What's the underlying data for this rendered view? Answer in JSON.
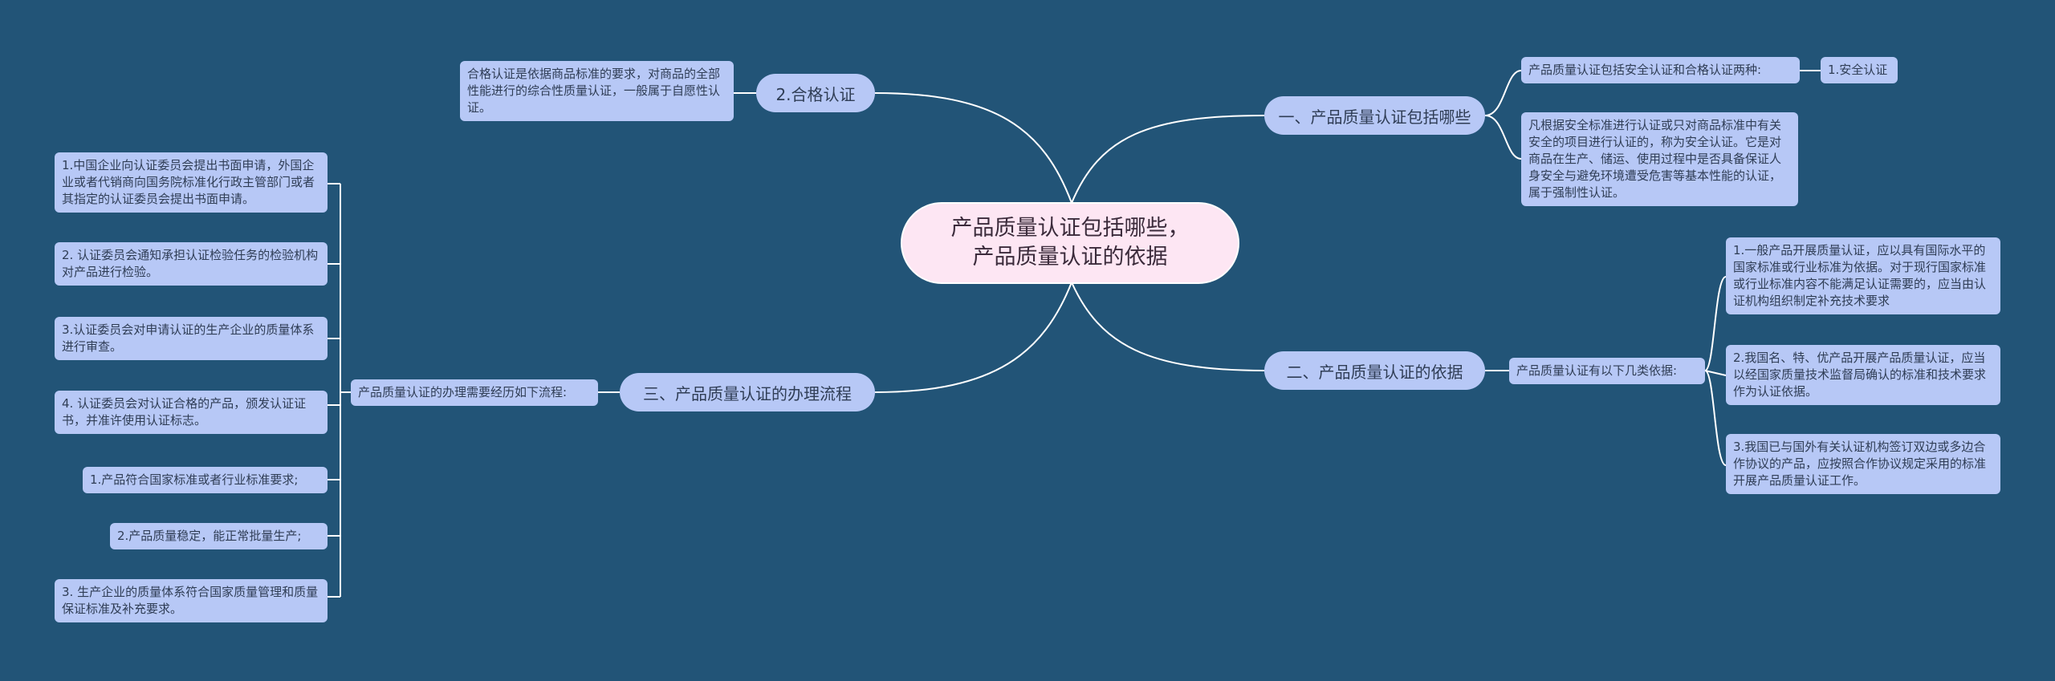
{
  "root": {
    "line1": "产品质量认证包括哪些，",
    "line2": "产品质量认证的依据"
  },
  "branches": {
    "b1": {
      "title": "一、产品质量认证包括哪些",
      "types_intro": "产品质量认证包括安全认证和合格认证两种:",
      "safety": "1.安全认证",
      "safety_desc": "凡根据安全标准进行认证或只对商品标准中有关安全的项目进行认证的，称为安全认证。它是对商品在生产、储运、使用过程中是否具备保证人身安全与避免环境遭受危害等基本性能的认证，属于强制性认证。"
    },
    "b2": {
      "title": "2.合格认证",
      "desc": "合格认证是依据商品标准的要求，对商品的全部性能进行的综合性质量认证，一般属于自愿性认证。"
    },
    "b3": {
      "title": "二、产品质量认证的依据",
      "intro": "产品质量认证有以下几类依据:",
      "items": [
        "1.一般产品开展质量认证，应以具有国际水平的国家标准或行业标准为依据。对于现行国家标准或行业标准内容不能满足认证需要的，应当由认证机构组织制定补充技术要求",
        "2.我国名、特、优产品开展产品质量认证，应当以经国家质量技术监督局确认的标准和技术要求作为认证依据。",
        "3.我国已与国外有关认证机构签订双边或多边合作协议的产品，应按照合作协议规定采用的标准开展产品质量认证工作。"
      ]
    },
    "b4": {
      "title": "三、产品质量认证的办理流程",
      "intro": "产品质量认证的办理需要经历如下流程:",
      "items": [
        "1.中国企业向认证委员会提出书面申请，外国企业或者代销商向国务院标准化行政主管部门或者其指定的认证委员会提出书面申请。",
        "2. 认证委员会通知承担认证检验任务的检验机构对产品进行检验。",
        "3.认证委员会对申请认证的生产企业的质量体系进行审查。",
        "4. 认证委员会对认证合格的产品，颁发认证证书，并准许使用认证标志。",
        "1.产品符合国家标准或者行业标准要求;",
        "2.产品质量稳定，能正常批量生产;",
        "3. 生产企业的质量体系符合国家质量管理和质量保证标准及补充要求。"
      ]
    }
  },
  "colors": {
    "background": "#225477",
    "node": "#b7c8f6",
    "root": "#fde6f3",
    "line": "#ffffff"
  }
}
